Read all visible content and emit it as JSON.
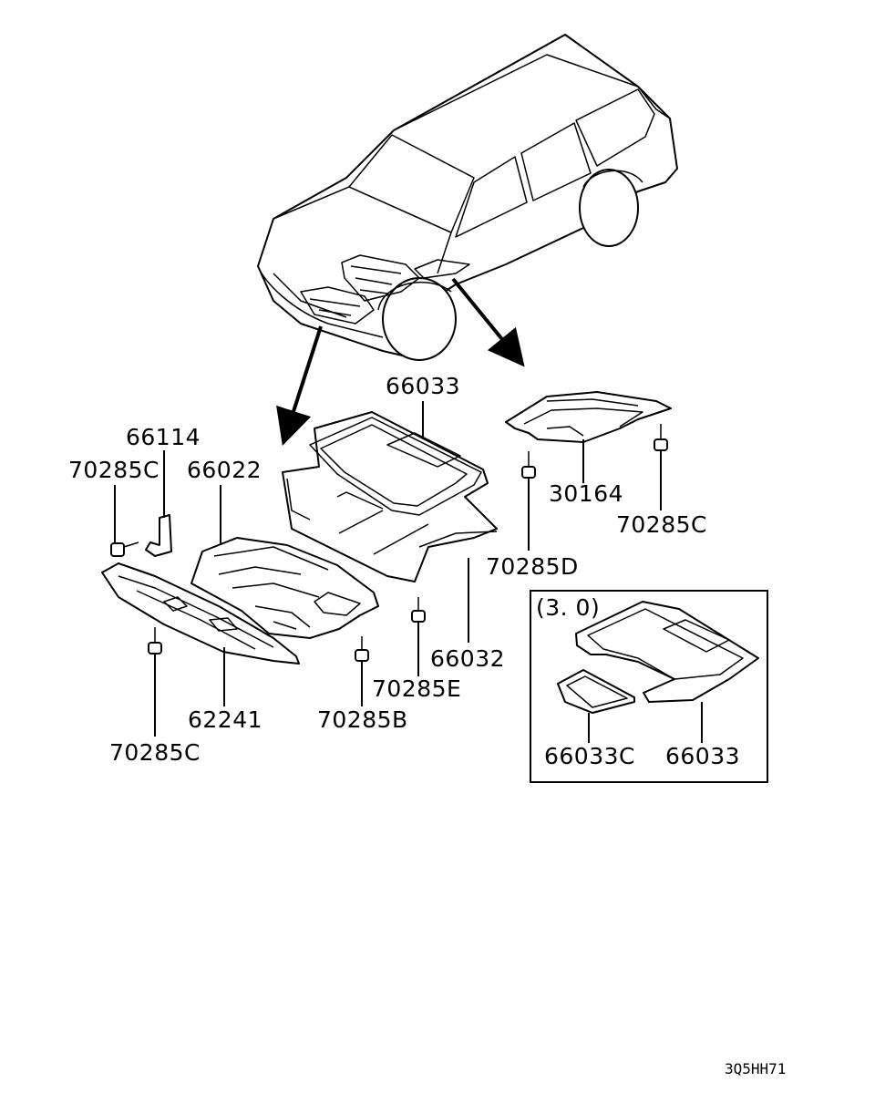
{
  "labels": {
    "p66033_top": "66033",
    "p66114": "66114",
    "p70285c_left": "70285C",
    "p66022": "66022",
    "p30164": "30164",
    "p70285c_right": "70285C",
    "p70285d": "70285D",
    "p66032": "66032",
    "p70285e": "70285E",
    "p62241": "62241",
    "p70285b": "70285B",
    "p70285c_bottom": "70285C",
    "inset_title": "(3. 0)",
    "p66033c_inset": "66033C",
    "p66033_inset": "66033"
  },
  "diagram_code": "3Q5HH71"
}
